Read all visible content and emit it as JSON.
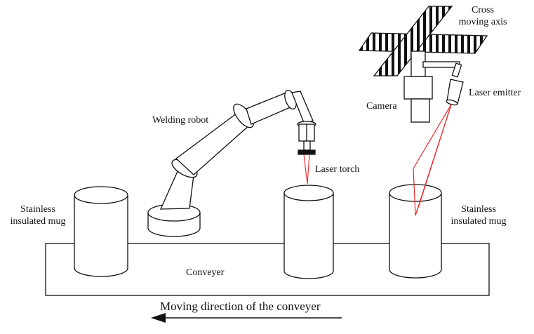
{
  "labels": {
    "cross_axis_line1": "Cross",
    "cross_axis_line2": "moving axis",
    "laser_emitter": "Laser emitter",
    "camera": "Camera",
    "welding_robot": "Welding robot",
    "laser_torch": "Laser torch",
    "mug_left_line1": "Stainless",
    "mug_left_line2": "insulated mug",
    "mug_right_line1": "Stainless",
    "mug_right_line2": "insulated mug",
    "conveyer": "Conveyer",
    "direction": "Moving direction of the conveyer"
  },
  "colors": {
    "outline": "#111111",
    "laser": "#e8272a",
    "background": "#ffffff"
  }
}
